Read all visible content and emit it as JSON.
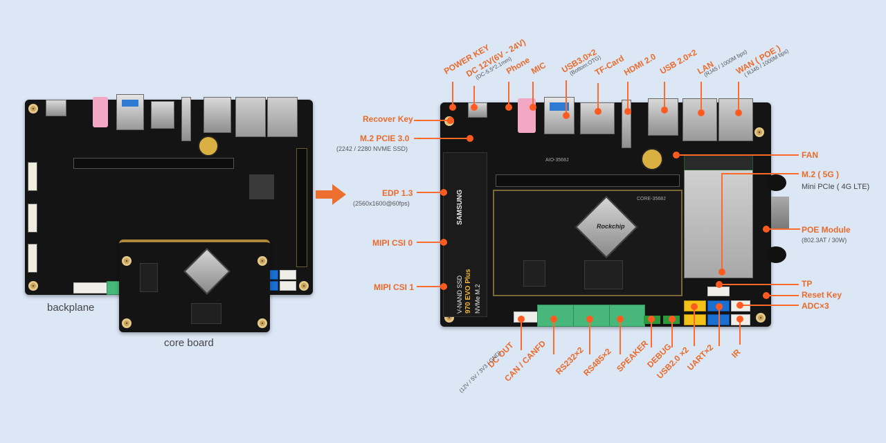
{
  "left_labels": {
    "backplane": "backplane",
    "core_board": "core board"
  },
  "callouts": {
    "power_key": "POWER KEY",
    "dc12v": "DC 12V(6V - 24V)",
    "dc12v_sub": "(DC-5.5*2.1mm)",
    "phone": "Phone",
    "mic": "MIC",
    "usb30": "USB3.0×2",
    "usb30_sub": "(Bottom:OTG)",
    "tf_card": "TF-Card",
    "hdmi": "HDMI 2.0",
    "usb20_top": "USB 2.0×2",
    "lan": "LAN",
    "lan_sub": "(RJ45 / 1000M bps)",
    "wan": "WAN ( POE )",
    "wan_sub": "( RJ45 / 1000M bps)",
    "recover_key": "Recover Key",
    "m2_pcie": "M.2  PCIE 3.0",
    "m2_pcie_sub": "(2242 / 2280 NVME SSD)",
    "edp": "EDP 1.3",
    "edp_sub": "(2560x1600@60fps)",
    "mipi0": "MIPI CSI 0",
    "mipi1": "MIPI CSI 1",
    "fan": "FAN",
    "m2_5g": "M.2 ( 5G )",
    "minipcie": "Mini PCIe ( 4G LTE)",
    "poe_module": "POE Module",
    "poe_sub": "(802.3AT  / 30W)",
    "tp": "TP",
    "reset_key": "Reset Key",
    "adc": "ADC×3",
    "dc_out": "DC OUT",
    "dc_out_sub": "(12V / 5V / 3V3 / GND)",
    "can": "CAN / CANFD",
    "rs232": "RS232×2",
    "rs485": "RS485×2",
    "speaker": "SPEAKER",
    "debug": "DEBUG",
    "usb20_bottom": "USB2.0 ×2",
    "uart": "UART×2",
    "ir": "IR"
  },
  "ssd_text": {
    "brand": "SAMSUNG",
    "model": "970 EVO Plus",
    "type": "V-NAND SSD",
    "iface": "NVMe M.2"
  },
  "chip_text": {
    "rockchip": "Rockchip",
    "core_name": "CORE-3568J",
    "board_name": "AIO-3568J"
  },
  "colors": {
    "accent": "#ea6a2a",
    "background": "#dce7f6"
  }
}
